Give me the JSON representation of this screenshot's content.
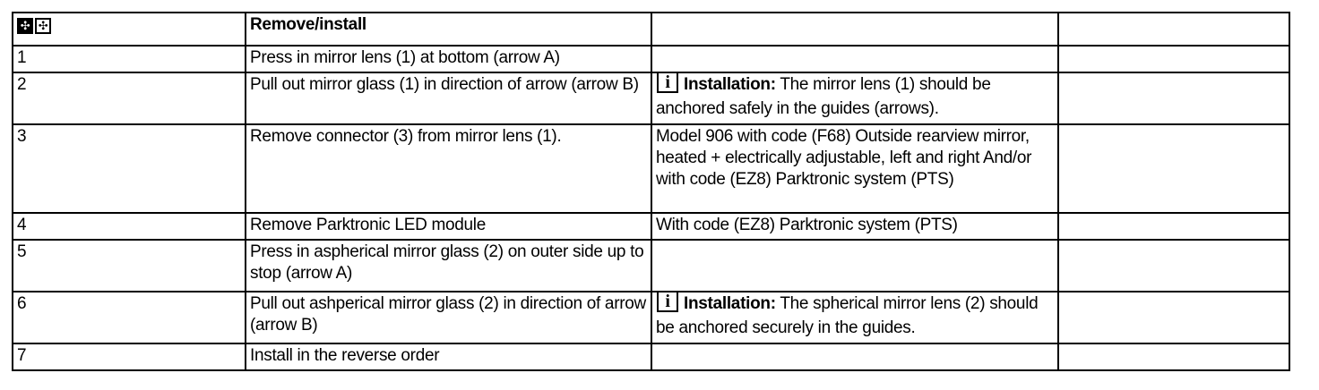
{
  "header": {
    "icon_left": "disassembly-icon",
    "icon_right": "assembly-icon",
    "title": "Remove/install"
  },
  "steps": [
    {
      "num": "1",
      "text": "Press in mirror lens (1) at bottom (arrow A)",
      "note_label": "",
      "note": ""
    },
    {
      "num": "2",
      "text": "Pull out mirror glass (1) in direction of arrow (arrow B)",
      "note_label": "Installation:",
      "note": "The mirror lens (1) should be anchored safely in the guides (arrows)."
    },
    {
      "num": "3",
      "text": "Remove connector (3) from mirror lens (1).",
      "note_label": "",
      "note": "Model 906 with code (F68) Outside rearview mirror, heated + electrically adjustable, left and right And/or with code (EZ8) Parktronic system (PTS)"
    },
    {
      "num": "4",
      "text": "Remove Parktronic LED module",
      "note_label": "",
      "note": "With code (EZ8) Parktronic system (PTS)"
    },
    {
      "num": "5",
      "text": "Press in aspherical mirror glass (2) on outer side up to stop (arrow A)",
      "note_label": "",
      "note": ""
    },
    {
      "num": "6",
      "text": "Pull out ashperical mirror glass (2) in direction of arrow (arrow B)",
      "note_label": "Installation:",
      "note": "The spherical mirror lens (2) should be anchored securely in the guides."
    },
    {
      "num": "7",
      "text": "Install in the reverse order",
      "note_label": "",
      "note": ""
    }
  ],
  "icons": {
    "info": "info-icon"
  }
}
